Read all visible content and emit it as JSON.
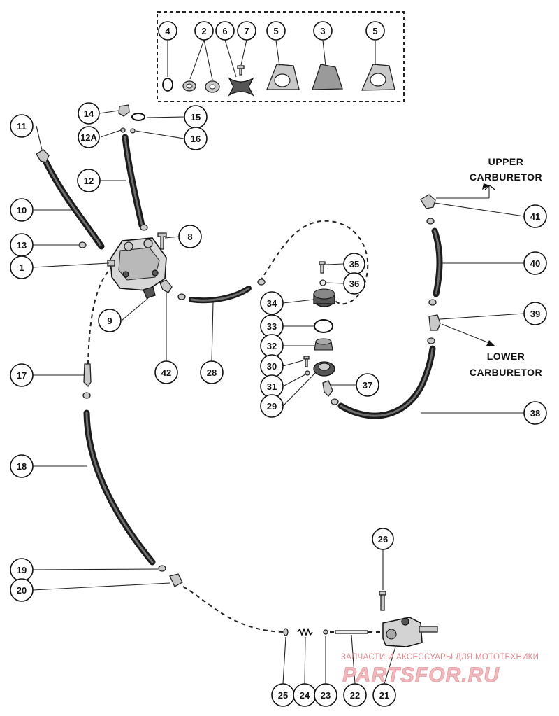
{
  "callouts": {
    "c4": "4",
    "c2": "2",
    "c6": "6",
    "c7": "7",
    "c5a": "5",
    "c3": "3",
    "c5b": "5",
    "c11": "11",
    "c14": "14",
    "c12a": "12A",
    "c15": "15",
    "c16": "16",
    "c12": "12",
    "c10": "10",
    "c8": "8",
    "c13": "13",
    "c1": "1",
    "c9": "9",
    "c42": "42",
    "c28": "28",
    "c35": "35",
    "c36": "36",
    "c34": "34",
    "c33": "33",
    "c32": "32",
    "c30": "30",
    "c31": "31",
    "c37": "37",
    "c29": "29",
    "c41": "41",
    "c40": "40",
    "c39": "39",
    "c38": "38",
    "c17": "17",
    "c18": "18",
    "c19": "19",
    "c20": "20",
    "c26": "26",
    "c25": "25",
    "c24": "24",
    "c23": "23",
    "c22": "22",
    "c21": "21"
  },
  "labels": {
    "upper_line1": "UPPER",
    "upper_line2": "CARBURETOR",
    "lower_line1": "LOWER",
    "lower_line2": "CARBURETOR"
  },
  "watermark": {
    "small": "ЗАПЧАСТИ И АКСЕССУАРЫ ДЛЯ МОТОТЕХНИКИ",
    "big": "PARTSFOR.RU"
  },
  "colors": {
    "ink": "#111111",
    "watermark": "#e59aa0"
  }
}
